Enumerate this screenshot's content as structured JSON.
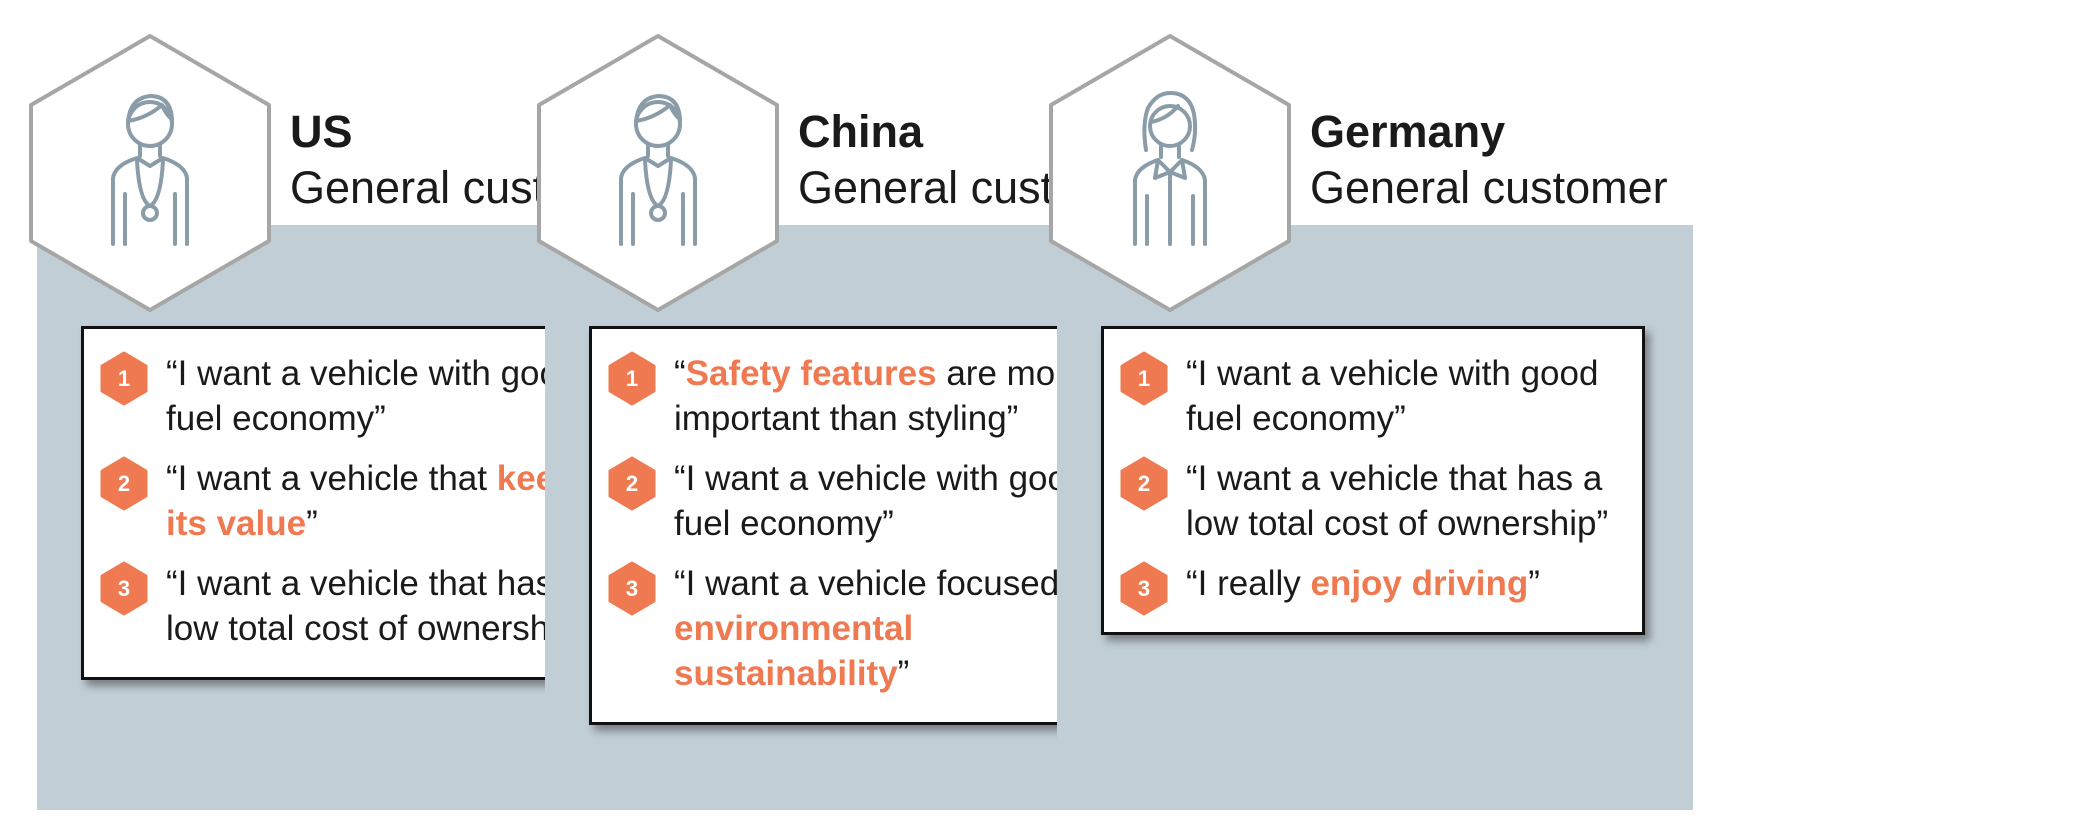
{
  "colors": {
    "accent": "#ef7950",
    "panel_background": "#c2ced6",
    "hexagon_outline": "#a6a6a6",
    "icon_stroke": "#8a9ca8"
  },
  "personas": [
    {
      "country": "US",
      "role": "General customer",
      "icon": "man-icon",
      "quotes": [
        {
          "number": "1",
          "parts": [
            {
              "text": "“I want a vehicle with good fuel economy”",
              "highlight": false
            }
          ]
        },
        {
          "number": "2",
          "parts": [
            {
              "text": "“I want a vehicle that ",
              "highlight": false
            },
            {
              "text": "keeps its value",
              "highlight": true
            },
            {
              "text": "”",
              "highlight": false
            }
          ]
        },
        {
          "number": "3",
          "parts": [
            {
              "text": "“I want a vehicle that has a low total cost of ownership”",
              "highlight": false
            }
          ]
        }
      ]
    },
    {
      "country": "China",
      "role": "General customer",
      "icon": "man-icon",
      "quotes": [
        {
          "number": "1",
          "parts": [
            {
              "text": "“",
              "highlight": false
            },
            {
              "text": "Safety features",
              "highlight": true
            },
            {
              "text": " are more important than styling”",
              "highlight": false
            }
          ]
        },
        {
          "number": "2",
          "parts": [
            {
              "text": "“I want a vehicle with good fuel economy”",
              "highlight": false
            }
          ]
        },
        {
          "number": "3",
          "parts": [
            {
              "text": "“I want a vehicle focused on ",
              "highlight": false
            },
            {
              "text": "environmental sustainability",
              "highlight": true
            },
            {
              "text": "”",
              "highlight": false
            }
          ]
        }
      ]
    },
    {
      "country": "Germany",
      "role": "General customer",
      "icon": "woman-icon",
      "quotes": [
        {
          "number": "1",
          "parts": [
            {
              "text": "“I want a vehicle with good fuel economy”",
              "highlight": false
            }
          ]
        },
        {
          "number": "2",
          "parts": [
            {
              "text": "“I want a vehicle that has a low total cost of ownership”",
              "highlight": false
            }
          ]
        },
        {
          "number": "3",
          "parts": [
            {
              "text": "“I really ",
              "highlight": false
            },
            {
              "text": "enjoy driving",
              "highlight": true
            },
            {
              "text": "”",
              "highlight": false
            }
          ]
        }
      ]
    }
  ]
}
